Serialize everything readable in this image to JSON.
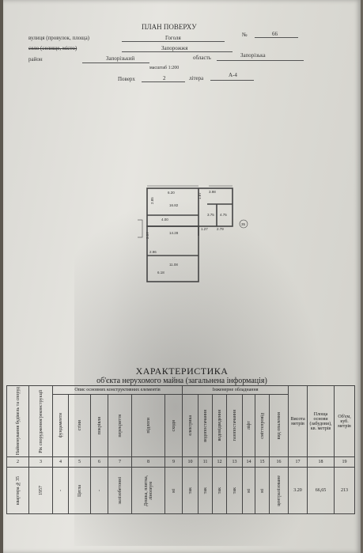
{
  "header": {
    "title": "ПЛАН ПОВЕРХУ",
    "street_label": "вулиця (провулок, площа)",
    "street_value": "Гоголя",
    "number_label": "№",
    "number_value": "66",
    "settlement_label": "село (селище, місто)",
    "settlement_value": "Запорожжя",
    "district_label": "район",
    "district_value": "Запорізький",
    "region_label": "область",
    "region_value": "Запорізька",
    "scale": "масштаб 1:200",
    "floor_label": "Поверх",
    "floor_value": "2",
    "letter_label": "літера",
    "letter_value": "А-4"
  },
  "plan": {
    "dims": [
      "6.20",
      "3.98",
      "2.85",
      "4.00",
      "3.57",
      "2.96",
      "6.18",
      "1.87",
      "1.27",
      "2.79"
    ],
    "rooms": [
      "16.82",
      "14.28",
      "11.08",
      "4.75",
      "3.75"
    ],
    "marker": "35"
  },
  "characteristic": {
    "title": "ХАРАКТЕРИСТИКА",
    "subtitle": "об'єкта нерухомого майна (загальнена інформація)"
  },
  "table": {
    "group1": "Опис основних конструктивних елементів",
    "group2": "Інженерне обладнання",
    "headers": [
      "Найменування будівель та споруд",
      "Рік спорудження/реконструкції",
      "фундаменти",
      "стіни",
      "покрівля",
      "перекриття",
      "підлоги",
      "сходи",
      "електрика",
      "водопостачання",
      "водовідведення",
      "газопостачання",
      "ліфт",
      "сміттєпровід",
      "вид опалення",
      "Висота метрів",
      "Площа основи (забудови), кв. метрів",
      "Об'єм, куб. метрів"
    ],
    "numbers": [
      "2",
      "3",
      "4",
      "5",
      "6",
      "7",
      "8",
      "9",
      "10",
      "11",
      "12",
      "13",
      "14",
      "15",
      "16",
      "17",
      "18",
      "19"
    ],
    "values": [
      "квартира №35",
      "1957",
      "-",
      "Цегла",
      "-",
      "залізобетонні",
      "Дошка, плитка, лінолеум",
      "нi",
      "так",
      "так",
      "так",
      "так",
      "нi",
      "нi",
      "централізоване",
      "3.20",
      "66,65",
      "213"
    ]
  }
}
